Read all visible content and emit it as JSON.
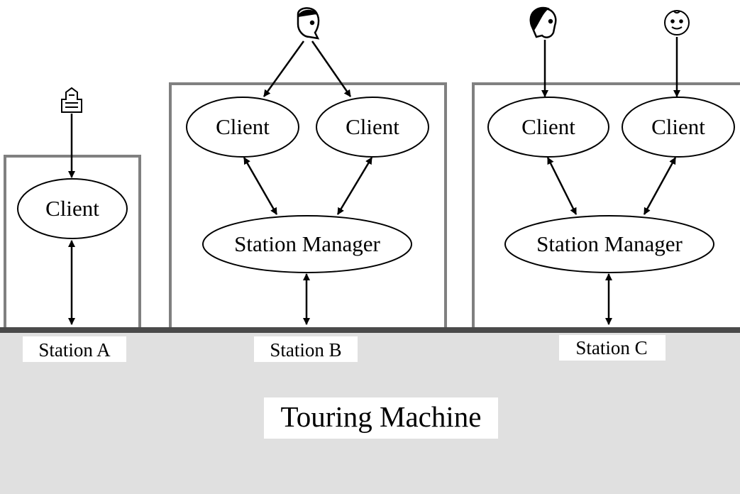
{
  "stations": [
    {
      "id": "a",
      "label": "Station A",
      "clients": [
        {
          "label": "Client",
          "user_icon": "building-icon"
        }
      ],
      "manager": null
    },
    {
      "id": "b",
      "label": "Station B",
      "clients": [
        {
          "label": "Client",
          "user_icon": "man-face-icon"
        },
        {
          "label": "Client",
          "user_icon": "man-face-icon"
        }
      ],
      "manager": {
        "label": "Station Manager"
      }
    },
    {
      "id": "c",
      "label": "Station C",
      "clients": [
        {
          "label": "Client",
          "user_icon": "woman-face-icon"
        },
        {
          "label": "Client",
          "user_icon": "baby-face-icon"
        }
      ],
      "manager": {
        "label": "Station Manager"
      }
    }
  ],
  "touring_machine": {
    "label": "Touring Machine"
  },
  "colors": {
    "box_border": "#808080",
    "bus": "#4a4a4a",
    "machine_bg": "#e0e0e0"
  }
}
